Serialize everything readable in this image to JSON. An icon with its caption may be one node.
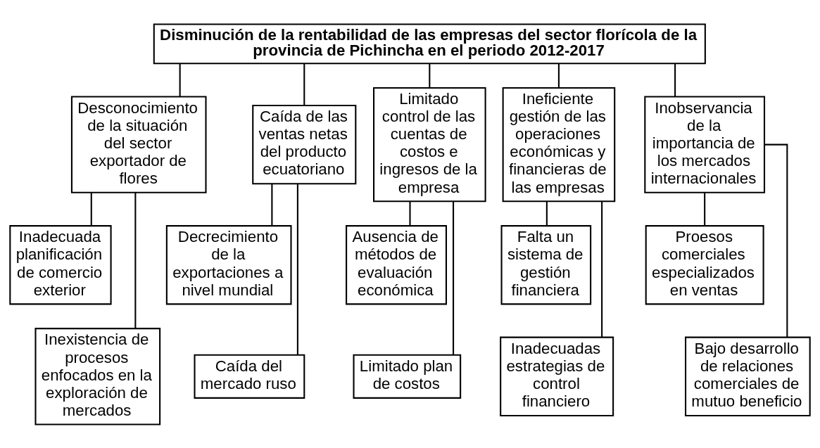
{
  "diagram": {
    "nodes": [
      {
        "text": [
          "Disminución de la rentabilidad de las empresas del sector florícola de la provincia de Pichincha en el periodo 2012-2017"
        ]
      },
      {
        "text": [
          "Desconocimiento de la situación del sector exportador de flores"
        ]
      },
      {
        "text": [
          "Inadecuada planificación de comercio exterior"
        ]
      },
      {
        "text": [
          "Inexistencia de procesos enfocados en la exploración de mercados"
        ]
      },
      {
        "text": [
          "Caída de las ventas netas del producto ecuatoriano"
        ]
      },
      {
        "text": [
          "Decrecimiento de la exportaciones a nivel mundial"
        ]
      },
      {
        "text": [
          "Caída del mercado ruso"
        ]
      },
      {
        "text": [
          "Limitado control de las cuentas de costos e ingresos de la empresa"
        ]
      },
      {
        "text": [
          "Ausencia de métodos de evaluación económica"
        ]
      },
      {
        "text": [
          "Limitado plan de costos"
        ]
      },
      {
        "text": [
          "Ineficiente gestión de las operaciones económicas y financieras de las empresas"
        ]
      },
      {
        "text": [
          "Falta un sistema de gestión financiera"
        ]
      },
      {
        "text": [
          "Inadecuadas estrategias de control financiero"
        ]
      },
      {
        "text": [
          "Inobservancia de la importancia de los mercados internacionales"
        ]
      },
      {
        "text": [
          "Proesos comerciales especializados en ventas"
        ]
      },
      {
        "text": [
          "Bajo desarrollo de relaciones comerciales de mutuo beneficio"
        ]
      }
    ],
    "edges": [
      {
        "from": 0,
        "to": 1,
        "arrow": "none"
      },
      {
        "from": 0,
        "to": 4,
        "arrow": "none"
      },
      {
        "from": 0,
        "to": 7,
        "arrow": "none"
      },
      {
        "from": 0,
        "to": 10,
        "arrow": "none"
      },
      {
        "from": 0,
        "to": 13,
        "arrow": "none"
      },
      {
        "from": 1,
        "to": 2,
        "arrow": "none"
      },
      {
        "from": 1,
        "to": 3,
        "arrow": "none"
      },
      {
        "from": 4,
        "to": 5,
        "arrow": "none"
      },
      {
        "from": 4,
        "to": 6,
        "arrow": "none"
      },
      {
        "from": 7,
        "to": 8,
        "arrow": "none"
      },
      {
        "from": 7,
        "to": 9,
        "arrow": "none"
      },
      {
        "from": 10,
        "to": 11,
        "arrow": "none"
      },
      {
        "from": 10,
        "to": 12,
        "arrow": "none"
      },
      {
        "from": 13,
        "to": 14,
        "arrow": "none"
      },
      {
        "from": 13,
        "to": 15,
        "arrow": "none"
      }
    ]
  }
}
